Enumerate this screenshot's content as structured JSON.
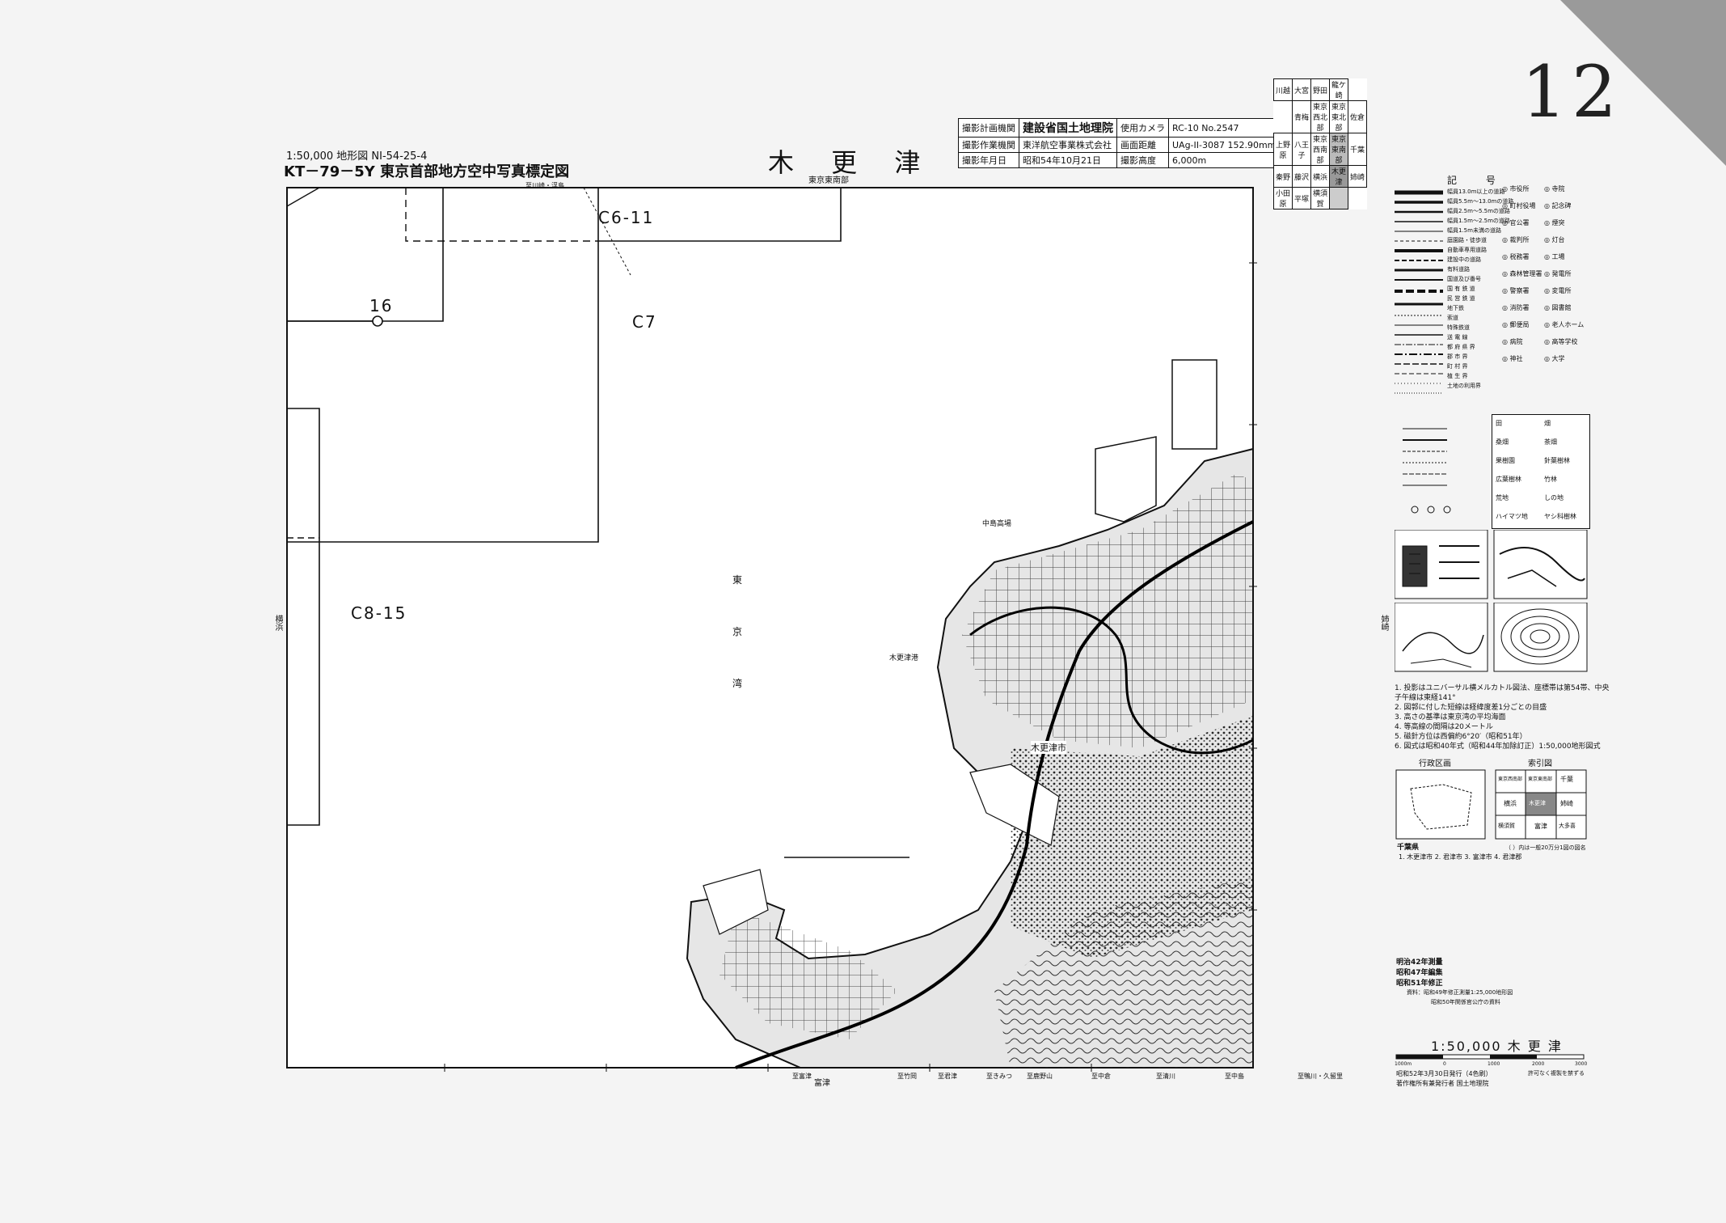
{
  "sheet": {
    "number": "12",
    "scale_line": "1:50,000 地形図  NI-54-25-4",
    "code_title": "KT－79－5Y  東京首部地方空中写真標定図",
    "map_name": "木 更 津",
    "map_subname": "東京東南部"
  },
  "info_table": {
    "rows": [
      [
        "撮影計画機関",
        "建設省国土地理院",
        "使用カメラ",
        "RC-10 No.2547"
      ],
      [
        "撮影作業機関",
        "東洋航空事業株式会社",
        "画面距離",
        "UAg-II-3087 152.90mm"
      ],
      [
        "撮影年月日",
        "昭和54年10月21日",
        "撮影高度",
        "6,000m"
      ]
    ]
  },
  "adjacent_sheets": {
    "rows": [
      [
        "川越",
        "大宮",
        "野田",
        "龍ケ崎",
        ""
      ],
      [
        "",
        "青梅",
        "東京西北部",
        "東京東北部",
        "佐倉"
      ],
      [
        "上野原",
        "八王子",
        "東京西南部",
        "東京東南部",
        "千葉"
      ],
      [
        "秦野",
        "藤沢",
        "横浜",
        "木更津",
        "姉崎"
      ],
      [
        "小田原",
        "平塚",
        "横須賀",
        "",
        ""
      ]
    ]
  },
  "flight": {
    "labels": [
      "C6-11",
      "C7",
      "16",
      "C8-15"
    ]
  },
  "map_places": {
    "east": "東",
    "kyo": "京",
    "bay": "湾",
    "west_edge": "横浜",
    "east_edge": "姉崎",
    "bottom_center": "富津",
    "top_edge": "至川崎・浮島",
    "city": "木更津市",
    "road_nakashima": "中島高場",
    "port": "木更津港"
  },
  "bottom_edge_labels": [
    "至富津",
    "至竹岡",
    "至君津",
    "至きみつ",
    "至鹿野山",
    "至中倉",
    "至清川",
    "至中島",
    "至鴨川・久留里"
  ],
  "legend": {
    "title": "記 号",
    "left_items": [
      "幅員13.0m以上の道路",
      "幅員5.5m〜13.0mの道路",
      "幅員2.5m〜5.5mの道路",
      "幅員1.5m〜2.5mの道路",
      "幅員1.5m未満の道路",
      "庭園路・徒歩道",
      "自動車専用道路",
      "建設中の道路",
      "有料道路",
      "国道及び番号",
      "国 有 鉄 道",
      "民 営 鉄 道",
      "地下鉄",
      "索道",
      "特殊鉄道",
      "送 電 線",
      "都 府 県 界",
      "郡 市 界",
      "町 村 界",
      "植 生 界",
      "土地の利用界"
    ],
    "right_items": [
      "市役所",
      "町村役場",
      "官公署",
      "裁判所",
      "税務署",
      "森林管理署",
      "警察署",
      "消防署",
      "郵便局",
      "病院",
      "神社",
      "寺院",
      "記念碑",
      "煙突",
      "灯台",
      "工場",
      "発電所",
      "変電所",
      "図書館",
      "老人ホーム",
      "高等学校",
      "大学"
    ],
    "land_use": [
      "田",
      "畑",
      "桑畑",
      "茶畑",
      "果樹園",
      "針葉樹林",
      "広葉樹林",
      "竹林",
      "荒地",
      "しの地",
      "ハイマツ地",
      "ヤシ科樹林"
    ]
  },
  "notes": [
    "1. 投影はユニバーサル横メルカトル図法、座標帯は第54帯、中央",
    "   子午線は東経141°",
    "2. 図郭に付した短線は経緯度差1分ごとの目盛",
    "3. 高さの基準は東京湾の平均海面",
    "4. 等高線の間隔は20メートル",
    "5. 磁針方位は西偏約6°20′（昭和51年）",
    "6. 図式は昭和40年式（昭和44年加除訂正）1:50,000地形図式"
  ],
  "admin": {
    "title_left": "行政区画",
    "title_right": "索引図",
    "prefecture": "千葉県",
    "list": "1. 木更津市   2. 君津市   3. 富津市   4. 君津郡",
    "index": [
      "東京西南部",
      "東京東南部",
      "千葉",
      "横浜",
      "木更津",
      "姉崎",
      "横須賀",
      "富津",
      "大多喜"
    ],
    "footnote": "（ ）内は一般20万分1図の図名"
  },
  "history": [
    "明治42年測量",
    "昭和47年編集",
    "昭和51年修正",
    "資料：昭和49年修正測量1:25,000地形図",
    "昭和50年関係官公庁の資料"
  ],
  "footer": {
    "scale_title": "1:50,000  木 更 津",
    "publish": "昭和52年3月30日発行（4色刷）",
    "publisher": "著作権所有兼発行者  国土地理院",
    "permission": "許可なく複製を禁ずる"
  },
  "scale_bar": [
    "1000m",
    "0",
    "1000",
    "2000",
    "3000"
  ],
  "colors": {
    "ink": "#111111",
    "paper": "#f4f4f4",
    "sheet": "#ffffff"
  }
}
